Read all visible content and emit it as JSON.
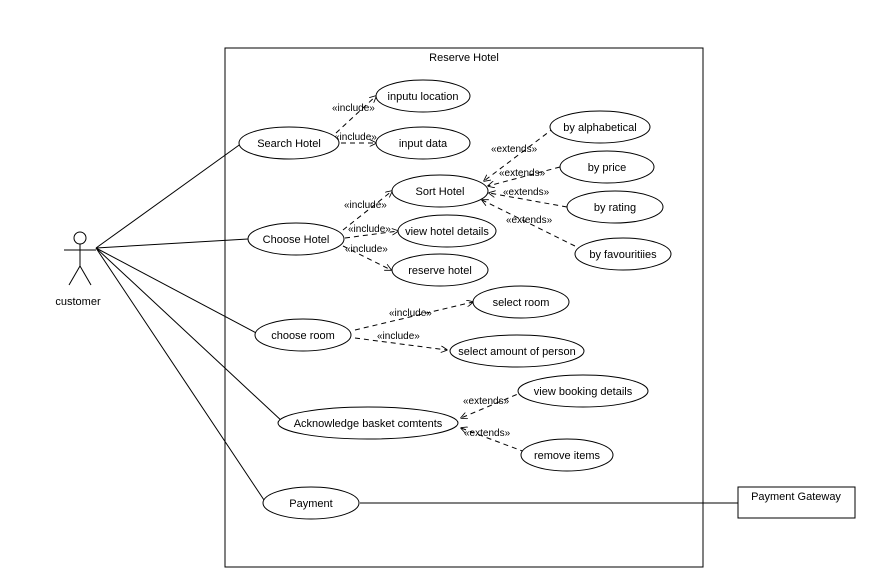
{
  "system": {
    "title": "Reserve Hotel"
  },
  "actor": {
    "label": "customer"
  },
  "external": {
    "label": "Payment Gateway"
  },
  "use_cases": {
    "search_hotel": "Search Hotel",
    "input_location": "inputu location",
    "input_data": "input data",
    "choose_hotel": "Choose Hotel",
    "sort_hotel": "Sort Hotel",
    "view_hotel_details": "view hotel details",
    "reserve_hotel": "reserve hotel",
    "by_alphabetical": "by alphabetical",
    "by_price": "by price",
    "by_rating": "by rating",
    "by_favourities": "by favouritiies",
    "choose_room": "choose room",
    "select_room": "select room",
    "select_amount": "select amount of person",
    "acknowledge": "Acknowledge basket comtents",
    "view_booking": "view booking details",
    "remove_items": "remove items",
    "payment": "Payment"
  },
  "relations": {
    "include": "«include»",
    "extends": "«extends»"
  }
}
